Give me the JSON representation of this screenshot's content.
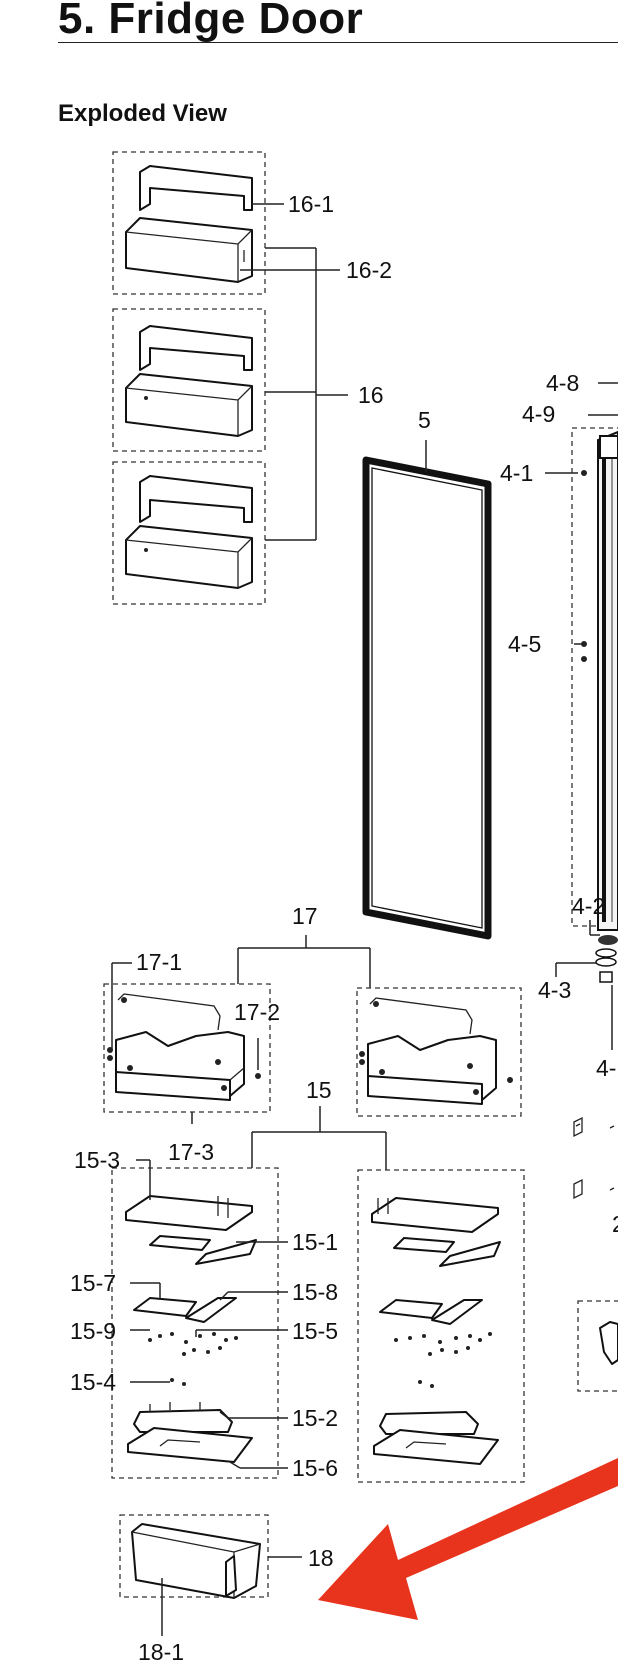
{
  "title": "5.  Fridge Door",
  "section": "Exploded View",
  "labels": {
    "l16_1": "16-1",
    "l16_2": "16-2",
    "l16": "16",
    "l5": "5",
    "l4_8": "4-8",
    "l4_9": "4-9",
    "l4_1": "4-1",
    "l4_5": "4-5",
    "l4_2": "4-2",
    "l4_3": "4-3",
    "l4_cut": "4-",
    "l17": "17",
    "l17_1": "17-1",
    "l17_2": "17-2",
    "l17_3": "17-3",
    "l15": "15",
    "l15_3": "15-3",
    "l15_1": "15-1",
    "l15_7": "15-7",
    "l15_8": "15-8",
    "l15_9": "15-9",
    "l15_5": "15-5",
    "l15_4": "15-4",
    "l15_2": "15-2",
    "l15_6": "15-6",
    "l18": "18",
    "l18_1": "18-1",
    "l2_cut": "2"
  },
  "colors": {
    "arrow": "#e8341c",
    "line": "#222222"
  }
}
